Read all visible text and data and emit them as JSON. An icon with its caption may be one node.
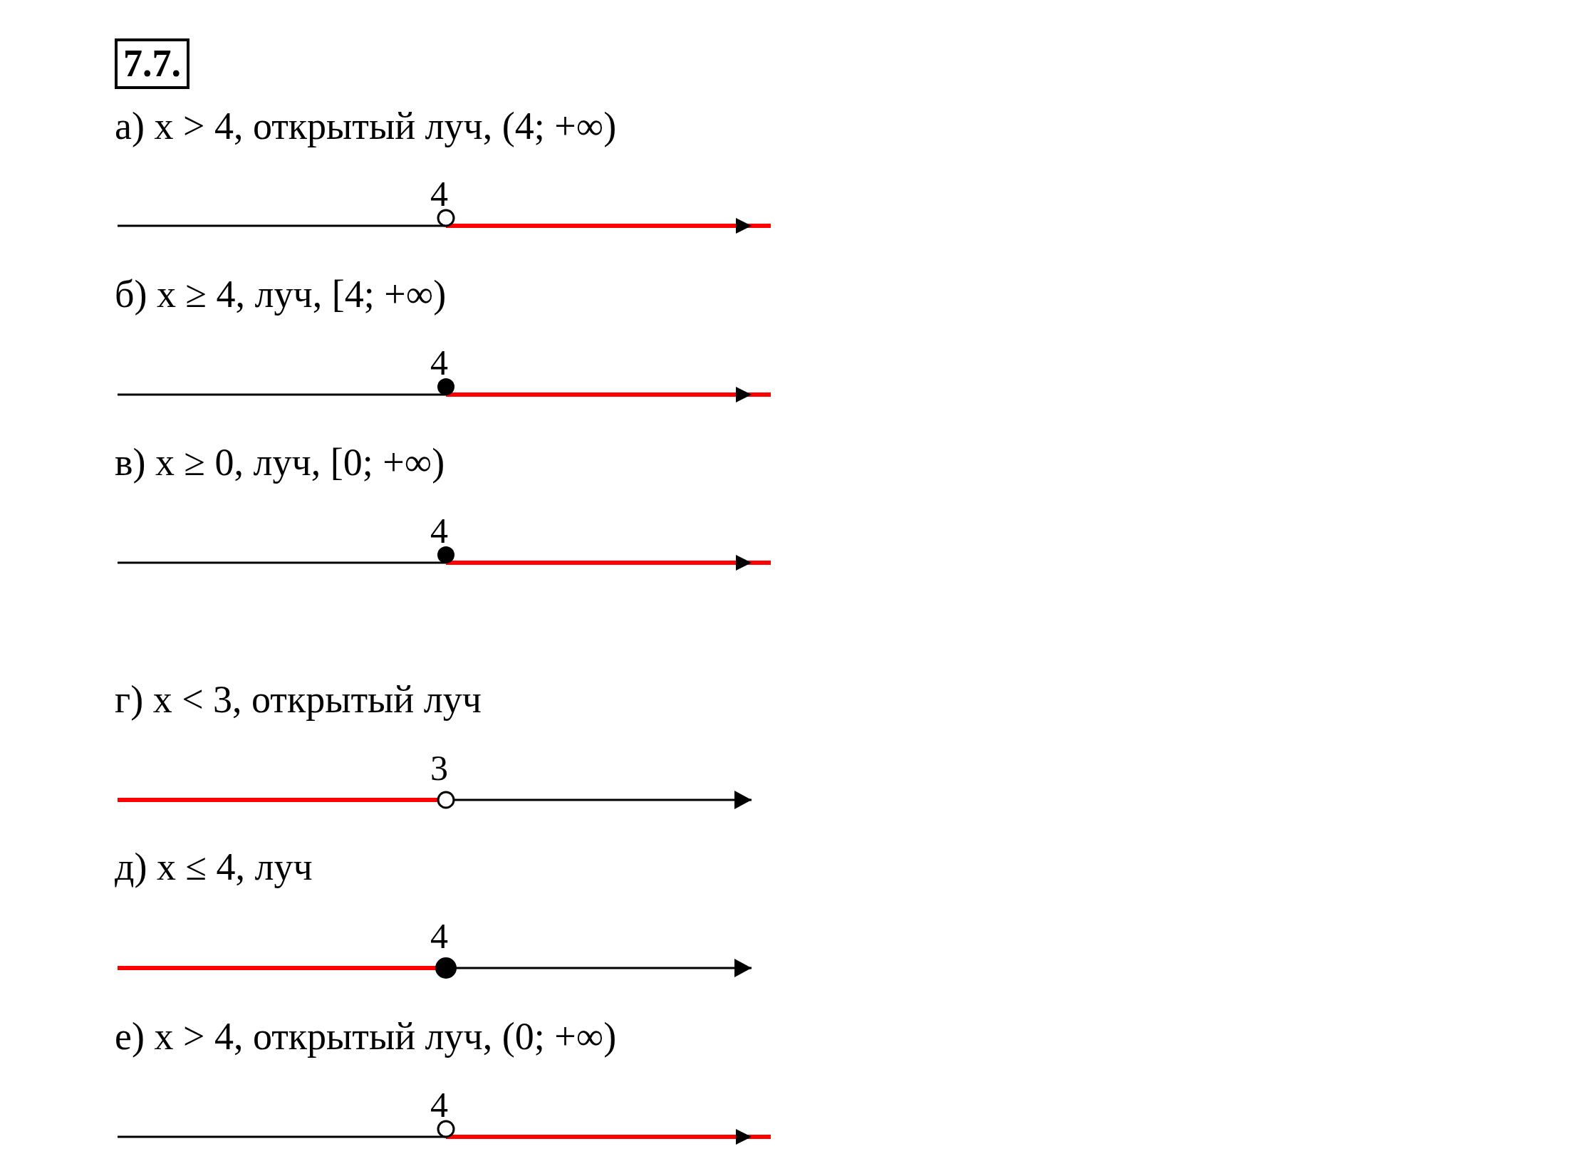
{
  "diagram": {
    "title": "7.7.",
    "labels": [
      "а) x > 4, открытый луч, (4; +∞)",
      "4",
      "б)  x ≥ 4, луч, [4; +∞)",
      "4",
      "в) x ≥ 0, луч, [0; +∞)",
      "4",
      "г) x < 3, открытый луч",
      "3",
      "д) x ≤ 4, луч",
      "4",
      "е) x > 4, открытый луч, (0; +∞)",
      "4"
    ]
  }
}
